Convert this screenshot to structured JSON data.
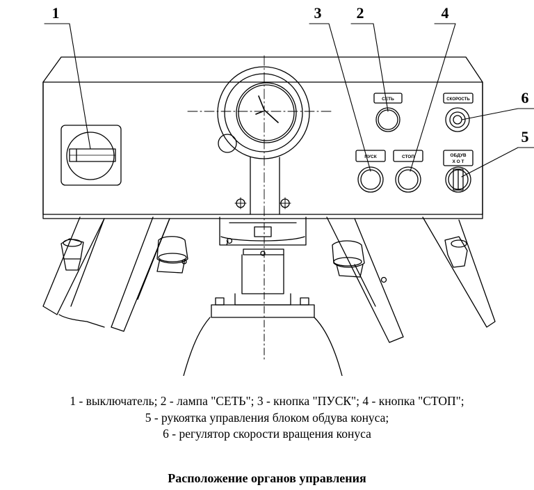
{
  "callouts": {
    "c1": "1",
    "c2": "2",
    "c3": "3",
    "c4": "4",
    "c5": "5",
    "c6": "6"
  },
  "panel_labels": {
    "set": "СЕТЬ",
    "speed": "СКОРОСТЬ",
    "pusk": "ПУСК",
    "stop": "СТОП",
    "obduv": "ОБДУВ",
    "obduv_positions": "Х  О  Т"
  },
  "legend": {
    "line1": "1 - выключатель; 2 - лампа \"СЕТЬ\"; 3 - кнопка \"ПУСК\"; 4 - кнопка \"СТОП\";",
    "line2": "5 - рукоятка управления блоком обдува конуса;",
    "line3": "6 - регулятор скорости вращения конуса"
  },
  "title": "Расположение органов управления"
}
